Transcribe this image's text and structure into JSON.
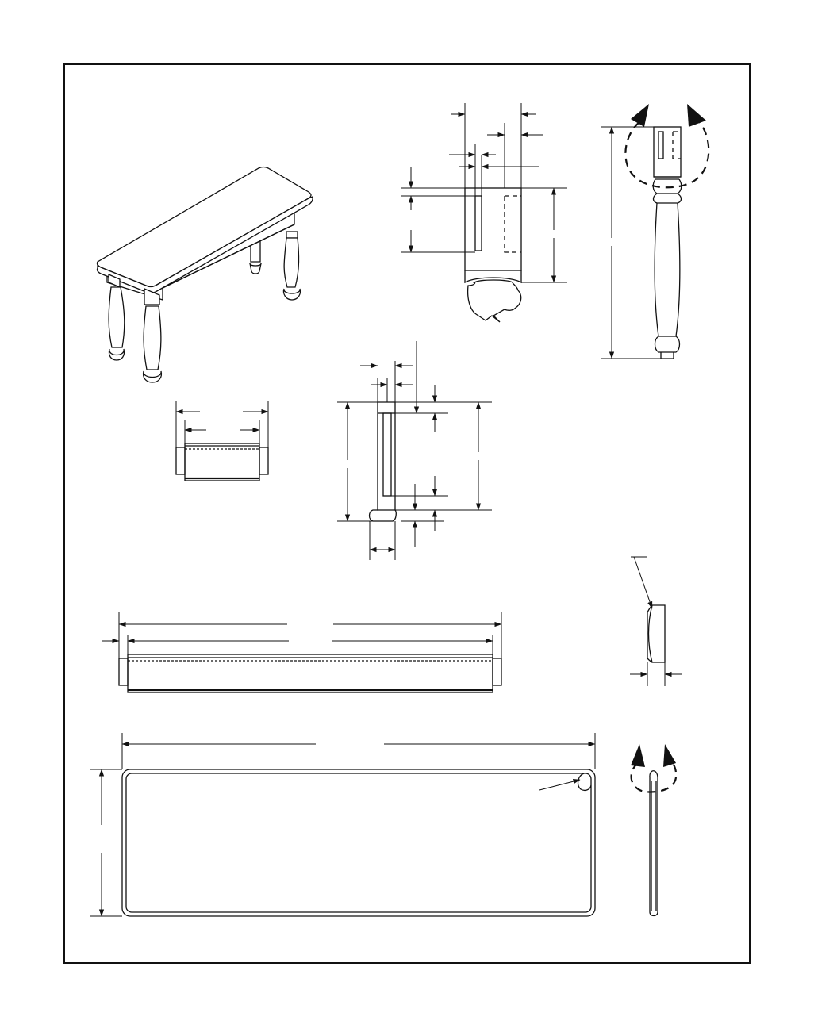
{
  "drawing": {
    "colors": {
      "ink": "#111111",
      "paper": "#ffffff"
    },
    "views": [
      "isometric-bench-view",
      "leg-top-mortise-detail",
      "turned-leg-view",
      "short-apron-view",
      "apron-end-section",
      "long-apron-view",
      "edge-profile-detail",
      "bench-top-plan",
      "bench-top-edge-section"
    ]
  }
}
